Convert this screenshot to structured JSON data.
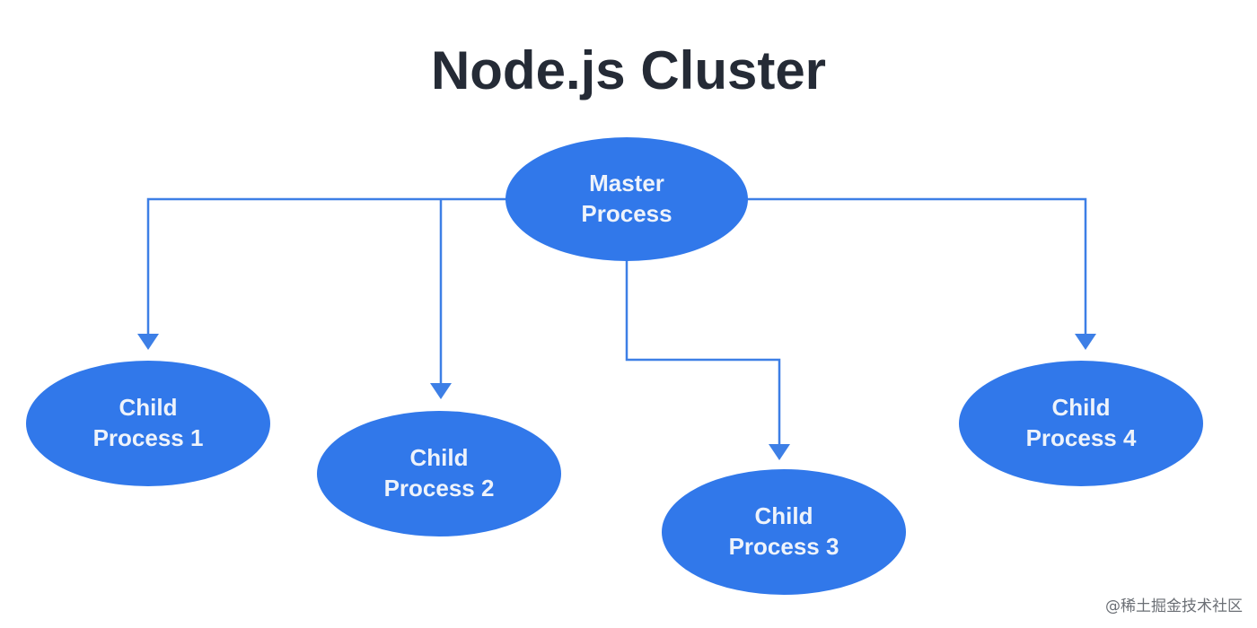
{
  "title": "Node.js Cluster",
  "colors": {
    "node_fill": "#3178ea",
    "connector": "#3d7fe6",
    "title": "#252b36",
    "label": "#eef3fb"
  },
  "nodes": {
    "master": {
      "line1": "Master",
      "line2": "Process"
    },
    "child1": {
      "line1": "Child",
      "line2": "Process 1"
    },
    "child2": {
      "line1": "Child",
      "line2": "Process 2"
    },
    "child3": {
      "line1": "Child",
      "line2": "Process 3"
    },
    "child4": {
      "line1": "Child",
      "line2": "Process 4"
    }
  },
  "watermark": "@稀土掘金技术社区"
}
